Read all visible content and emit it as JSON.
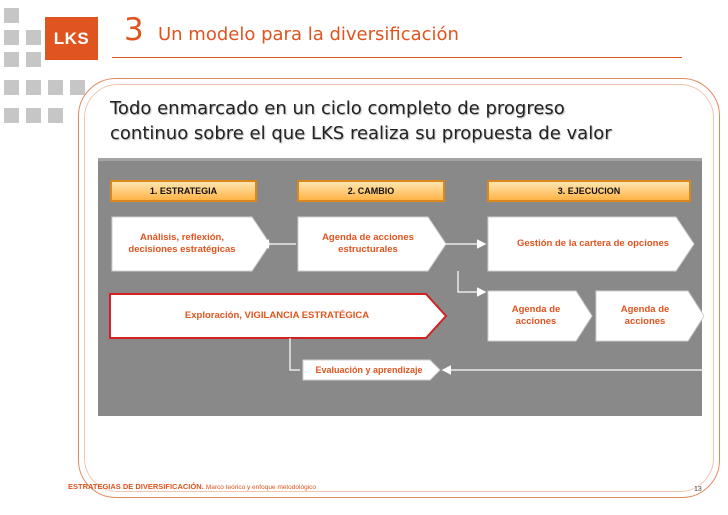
{
  "header": {
    "logo": "LKS",
    "section_number": "3",
    "title": "Un modelo para la diversificación"
  },
  "subtitle_lines": [
    "Todo enmarcado en un ciclo completo de progreso",
    "continuo sobre el que LKS realiza su propuesta de valor"
  ],
  "phases": [
    "1. ESTRATEGIA",
    "2. CAMBIO",
    "3. EJECUCION"
  ],
  "nodes": {
    "analisis": "Análisis, reflexión, decisiones estratégicas",
    "agenda_estructurales": "Agenda de acciones estructurales",
    "gestion": "Gestión de la cartera de opciones",
    "exploracion": "Exploración, VIGILANCIA ESTRATÉGICA",
    "agenda_1": "Agenda de acciones",
    "agenda_2": "Agenda de acciones",
    "evaluacion": "Evaluación y aprendizaje"
  },
  "footer": {
    "bold": "ESTRATEGIAS DE DIVERSIFICACIÓN.",
    "normal": "Marco teórico y enfoque metodológico",
    "page": "13"
  },
  "colors": {
    "accent": "#e0541f",
    "gray_panel": "#898989",
    "phase_fill": "#ffb347",
    "red_outline": "#d42020"
  }
}
